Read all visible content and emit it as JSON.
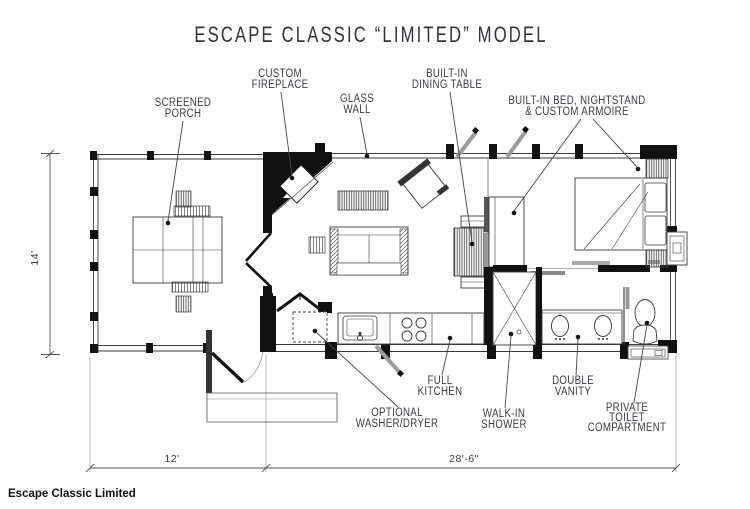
{
  "title": "ESCAPE CLASSIC “LIMITED” MODEL",
  "footer": "Escape Classic Limited",
  "dimensions": {
    "depth": "14'",
    "porch_width": "12'",
    "main_width": "28'-6\""
  },
  "labels": {
    "screened_porch": {
      "line1": "SCREENED",
      "line2": "PORCH"
    },
    "custom_fireplace": {
      "line1": "CUSTOM",
      "line2": "FIREPLACE"
    },
    "glass_wall": {
      "line1": "GLASS",
      "line2": "WALL"
    },
    "dining_table": {
      "line1": "BUILT-IN",
      "line2": "DINING TABLE"
    },
    "bed_armoire": {
      "line1": "BUILT-IN BED, NIGHTSTAND",
      "line2": "& CUSTOM ARMOIRE"
    },
    "full_kitchen": {
      "line1": "FULL",
      "line2": "KITCHEN"
    },
    "washer_dryer": {
      "line1": "OPTIONAL",
      "line2": "WASHER/DRYER"
    },
    "walk_in_shower": {
      "line1": "WALK-IN",
      "line2": "SHOWER"
    },
    "double_vanity": {
      "line1": "DOUBLE",
      "line2": "VANITY"
    },
    "private_toilet": {
      "line1": "PRIVATE",
      "line2": "TOILET",
      "line3": "COMPARTMENT"
    }
  },
  "colors": {
    "ink": "#3a3a3a",
    "label_text": "#3b3b45",
    "wall_fill": "#111111",
    "dim_line": "#55555e",
    "indicator_gray": "#9c9c9c",
    "background": "#ffffff"
  }
}
